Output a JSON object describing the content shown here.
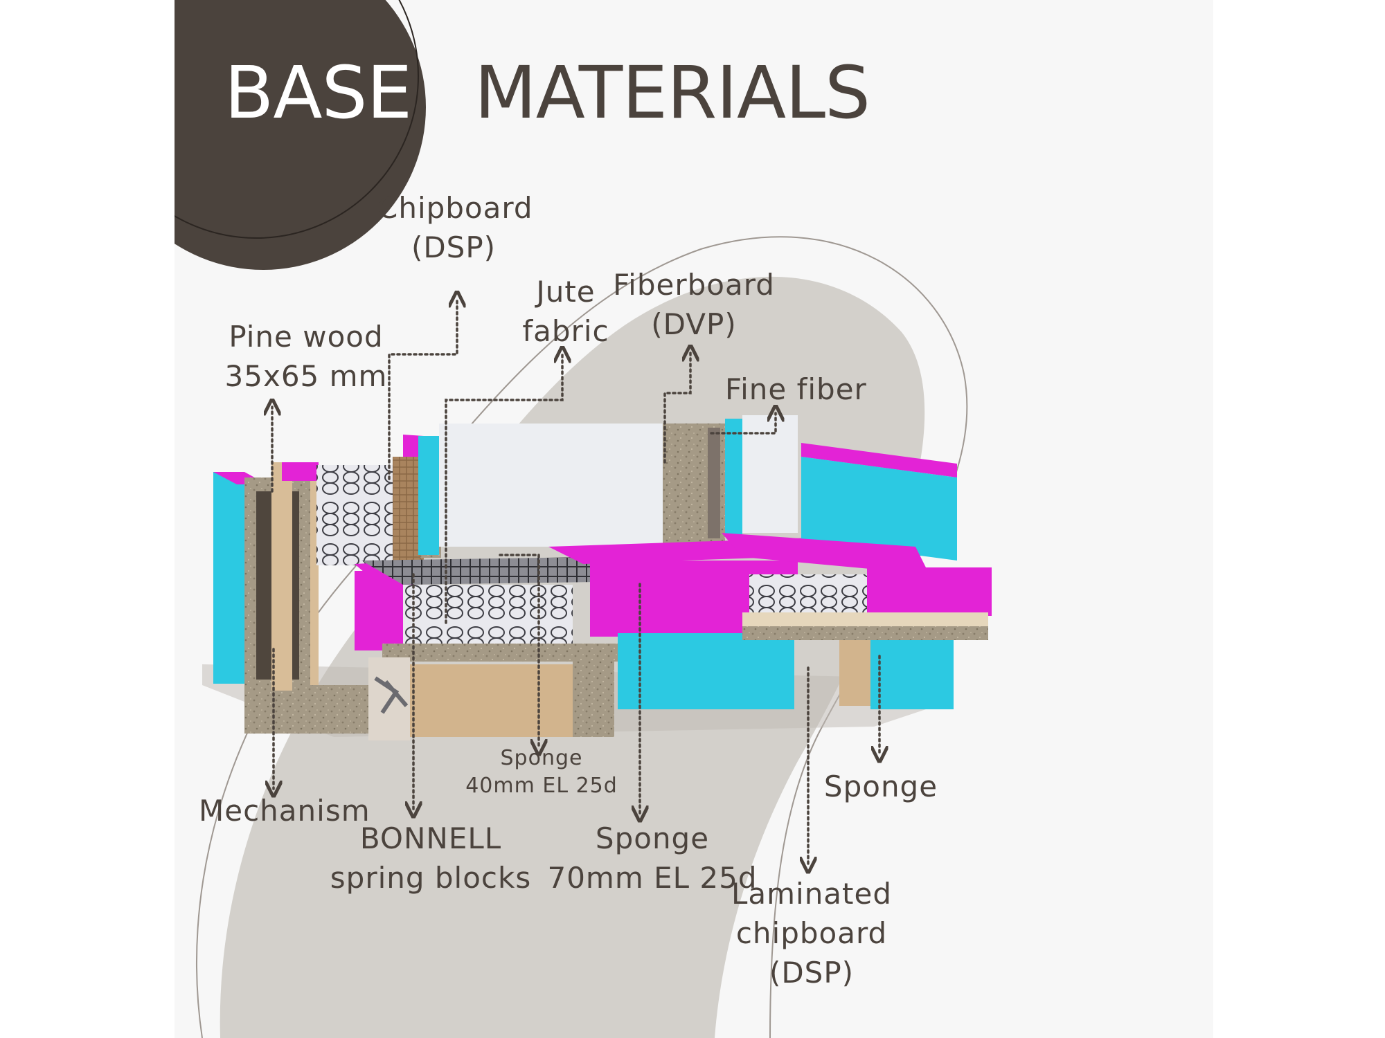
{
  "title": {
    "part1": "BASE",
    "part2": "MATERIALS"
  },
  "colors": {
    "dark": "#4b433d",
    "blob": "#d3d0cb",
    "background": "#f7f7f7",
    "foam_magenta": "#e323d6",
    "foam_cyan": "#2cc9e2",
    "chipboard": "#a59a86",
    "pine_wood": "#d8bd98",
    "fiber_white": "#eceef2"
  },
  "labels": {
    "chipboard_top": [
      "Chipboard",
      "(DSP)"
    ],
    "jute_fabric": [
      "Jute",
      "fabric"
    ],
    "fiberboard": [
      "Fiberboard",
      "(DVP)"
    ],
    "fine_fiber": [
      "Fine fiber"
    ],
    "pine_wood": [
      "Pine wood",
      "35x65 mm"
    ],
    "mechanism": [
      "Mechanism"
    ],
    "bonnell": [
      "BONNELL",
      "spring blocks"
    ],
    "sponge_40": [
      "Sponge",
      "40mm EL 25d"
    ],
    "sponge_70": [
      "Sponge",
      "70mm EL 25d"
    ],
    "sponge_right": [
      "Sponge"
    ],
    "laminated": [
      "Laminated",
      "chipboard",
      "(DSP)"
    ]
  }
}
